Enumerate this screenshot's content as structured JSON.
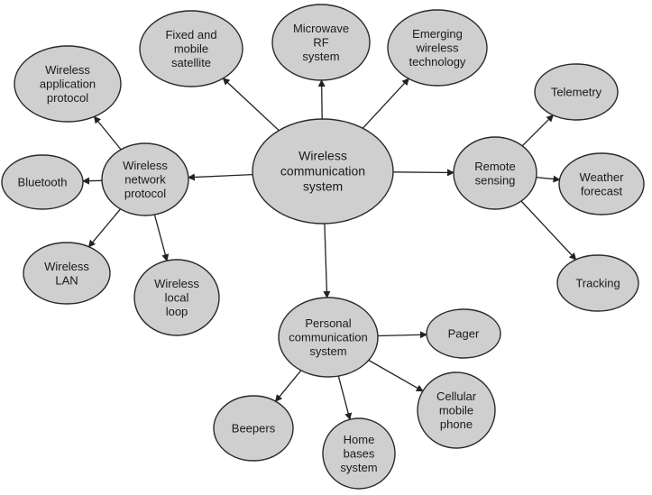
{
  "nodes": {
    "wireless_communication_system": "Wireless communication system",
    "fixed_mobile_satellite": "Fixed and mobile satellite",
    "microwave_rf_system": "Microwave RF system",
    "emerging_wireless_technology": "Emerging wireless technology",
    "wireless_network_protocol": "Wireless network protocol",
    "wireless_application_protocol": "Wireless application protocol",
    "bluetooth": "Bluetooth",
    "wireless_lan": "Wireless LAN",
    "wireless_local_loop": "Wireless local loop",
    "remote_sensing": "Remote sensing",
    "telemetry": "Telemetry",
    "weather_forecast": "Weather forecast",
    "tracking": "Tracking",
    "personal_communication_system": "Personal communication system",
    "pager": "Pager",
    "beepers": "Beepers",
    "home_bases_system": "Home bases system",
    "cellular_mobile_phone": "Cellular mobile phone"
  },
  "label_lines": {
    "wireless_communication_system": [
      "Wireless",
      "communication",
      "system"
    ],
    "fixed_mobile_satellite": [
      "Fixed and",
      "mobile",
      "satellite"
    ],
    "microwave_rf_system": [
      "Microwave",
      "RF",
      "system"
    ],
    "emerging_wireless_technology": [
      "Emerging",
      "wireless",
      "technology"
    ],
    "wireless_network_protocol": [
      "Wireless",
      "network",
      "protocol"
    ],
    "wireless_application_protocol": [
      "Wireless",
      "application",
      "protocol"
    ],
    "bluetooth": [
      "Bluetooth"
    ],
    "wireless_lan": [
      "Wireless",
      "LAN"
    ],
    "wireless_local_loop": [
      "Wireless",
      "local",
      "loop"
    ],
    "remote_sensing": [
      "Remote",
      "sensing"
    ],
    "telemetry": [
      "Telemetry"
    ],
    "weather_forecast": [
      "Weather",
      "forecast"
    ],
    "tracking": [
      "Tracking"
    ],
    "personal_communication_system": [
      "Personal",
      "communication",
      "system"
    ],
    "pager": [
      "Pager"
    ],
    "beepers": [
      "Beepers"
    ],
    "home_bases_system": [
      "Home",
      "bases",
      "system"
    ],
    "cellular_mobile_phone": [
      "Cellular",
      "mobile",
      "phone"
    ]
  },
  "edges": [
    [
      "wireless_communication_system",
      "fixed_mobile_satellite"
    ],
    [
      "wireless_communication_system",
      "microwave_rf_system"
    ],
    [
      "wireless_communication_system",
      "emerging_wireless_technology"
    ],
    [
      "wireless_communication_system",
      "wireless_network_protocol"
    ],
    [
      "wireless_communication_system",
      "remote_sensing"
    ],
    [
      "wireless_communication_system",
      "personal_communication_system"
    ],
    [
      "wireless_network_protocol",
      "wireless_application_protocol"
    ],
    [
      "wireless_network_protocol",
      "bluetooth"
    ],
    [
      "wireless_network_protocol",
      "wireless_lan"
    ],
    [
      "wireless_network_protocol",
      "wireless_local_loop"
    ],
    [
      "remote_sensing",
      "telemetry"
    ],
    [
      "remote_sensing",
      "weather_forecast"
    ],
    [
      "remote_sensing",
      "tracking"
    ],
    [
      "personal_communication_system",
      "pager"
    ],
    [
      "personal_communication_system",
      "beepers"
    ],
    [
      "personal_communication_system",
      "home_bases_system"
    ],
    [
      "personal_communication_system",
      "cellular_mobile_phone"
    ]
  ],
  "colors": {
    "node_fill": "#cfcfcf",
    "node_stroke": "#2a2a2a",
    "edge": "#222222"
  }
}
